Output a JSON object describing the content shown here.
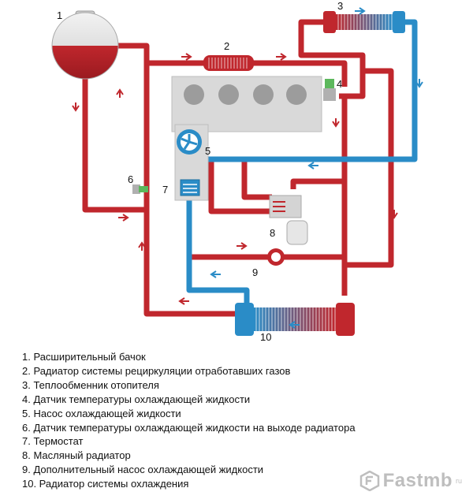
{
  "colors": {
    "hot": "#c0272d",
    "cold": "#2a8cc7",
    "block": "#d9d9d9",
    "watermark": "#8a8a8a"
  },
  "labels": {
    "n1": "1",
    "n2": "2",
    "n3": "3",
    "n4": "4",
    "n5": "5",
    "n6": "6",
    "n7": "7",
    "n8": "8",
    "n9": "9",
    "n10": "10"
  },
  "legend": [
    "1. Расширительный бачок",
    "2. Радиатор системы рециркуляции отработавших газов",
    "3. Теплообменник отопителя",
    "4. Датчик температуры охлаждающей жидкости",
    "5. Насос охлаждающей жидкости",
    "6. Датчик температуры охлаждающей жидкости на выходе радиатора",
    "7. Термостат",
    "8. Масляный радиатор",
    "9. Дополнительный насос охлаждающей жидкости",
    "10. Радиатор системы охлаждения"
  ],
  "watermark": {
    "text": "Fastmb",
    "suffix": "ru",
    "icon": "hex-logo-icon"
  }
}
